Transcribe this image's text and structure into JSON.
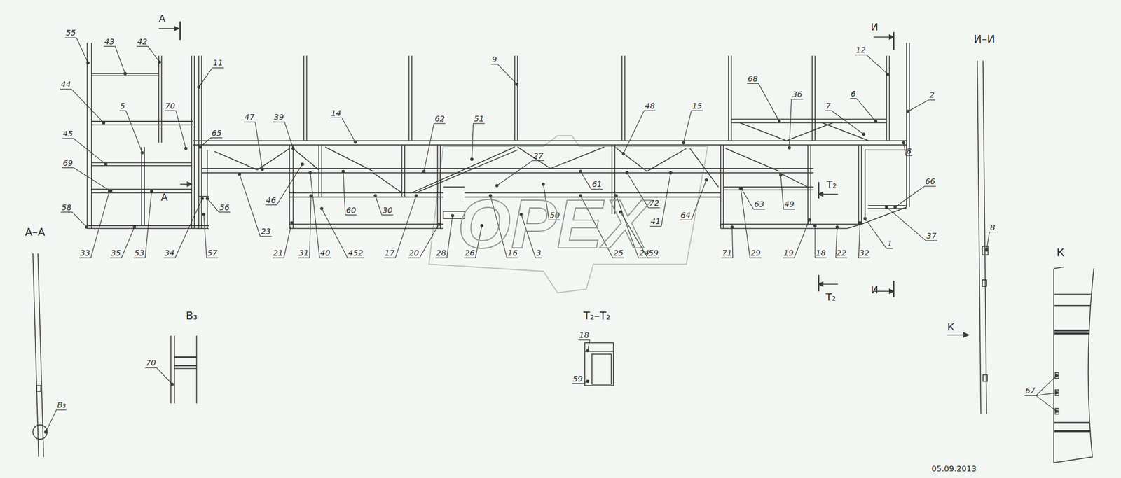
{
  "diagram": {
    "labels": [
      "55",
      "43",
      "42",
      "44",
      "5",
      "70",
      "11",
      "45",
      "65",
      "47",
      "39",
      "69",
      "58",
      "33",
      "35",
      "53",
      "34",
      "57",
      "56",
      "23",
      "46",
      "21",
      "31",
      "40",
      "452",
      "60",
      "30",
      "14",
      "62",
      "51",
      "9",
      "17",
      "20",
      "28",
      "26",
      "16",
      "3",
      "27",
      "50",
      "61",
      "25",
      "24",
      "59",
      "48",
      "72",
      "41",
      "64",
      "15",
      "68",
      "36",
      "12",
      "7",
      "6",
      "2",
      "8",
      "63",
      "49",
      "71",
      "29",
      "19",
      "18",
      "22",
      "32",
      "1",
      "37",
      "66",
      "8",
      "70",
      "18",
      "59",
      "67",
      "В₃",
      "А",
      "А",
      "И",
      "И",
      "Т₂",
      "Т₂",
      "А–А",
      "В₃",
      "Т₂–Т₂",
      "И–И",
      "К",
      "К",
      "05.09.2013",
      "OPEX"
    ]
  }
}
